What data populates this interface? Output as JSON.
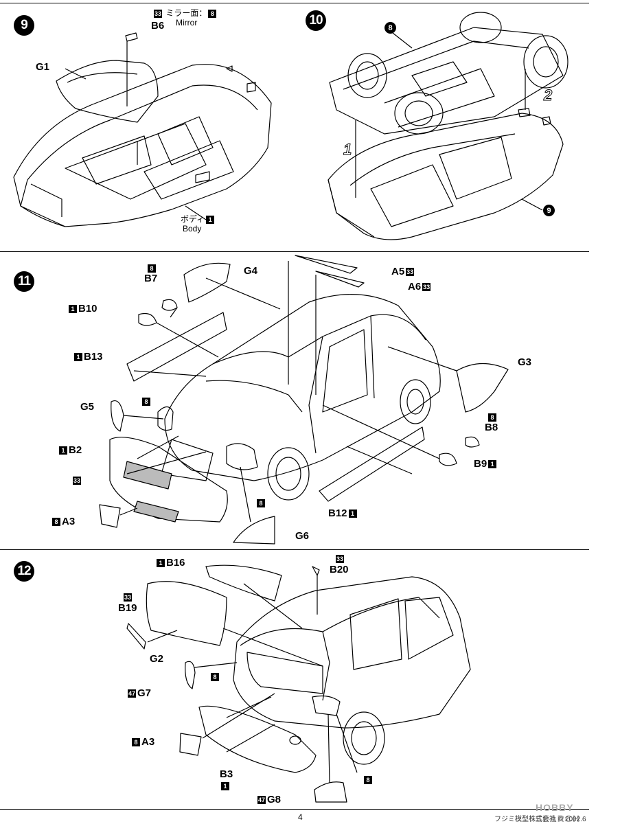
{
  "steps": {
    "s9": {
      "num": "9",
      "parts": {
        "g1": "G1",
        "b6": "B6",
        "mirror_num": "33",
        "mirror_jp": "ミラー面：",
        "mirror_code": "8",
        "mirror_en": "Mirror",
        "body_jp": "ボディ",
        "body_code": "1",
        "body_en": "Body"
      }
    },
    "s10": {
      "num": "10",
      "ref_top": "8",
      "ref_bottom": "9",
      "arrow1": "1",
      "arrow2": "2"
    },
    "s11": {
      "num": "11",
      "parts": {
        "b7_code": "8",
        "b7": "B7",
        "g4": "G4",
        "a5": "A5",
        "a5_code": "33",
        "a6": "A6",
        "a6_code": "33",
        "b10_code": "1",
        "b10": "B10",
        "b13_code": "1",
        "b13": "B13",
        "g3": "G3",
        "g5_code": "8",
        "g5": "G5",
        "b2_code": "1",
        "b2": "B2",
        "b8_code": "8",
        "b8": "B8",
        "b9": "B9",
        "b9_code": "1",
        "code33": "33",
        "a3_code": "8",
        "a3": "A3",
        "head_code": "8",
        "b12": "B12",
        "b12_code": "1",
        "g6": "G6"
      }
    },
    "s12": {
      "num": "12",
      "parts": {
        "b16_code": "1",
        "b16": "B16",
        "b20_code": "33",
        "b20": "B20",
        "b19_code": "33",
        "b19": "B19",
        "g2": "G2",
        "lamp_code": "8",
        "g7_code": "47",
        "g7": "G7",
        "a3_code": "8",
        "a3": "A3",
        "b3": "B3",
        "b3_code": "1",
        "tail_code": "8",
        "g8_code": "47",
        "g8": "G8"
      }
    }
  },
  "footer": {
    "page": "4",
    "watermark": "HOBBY SEARCH",
    "copyright": "フジミ模型株式会社 © 2002.6"
  }
}
